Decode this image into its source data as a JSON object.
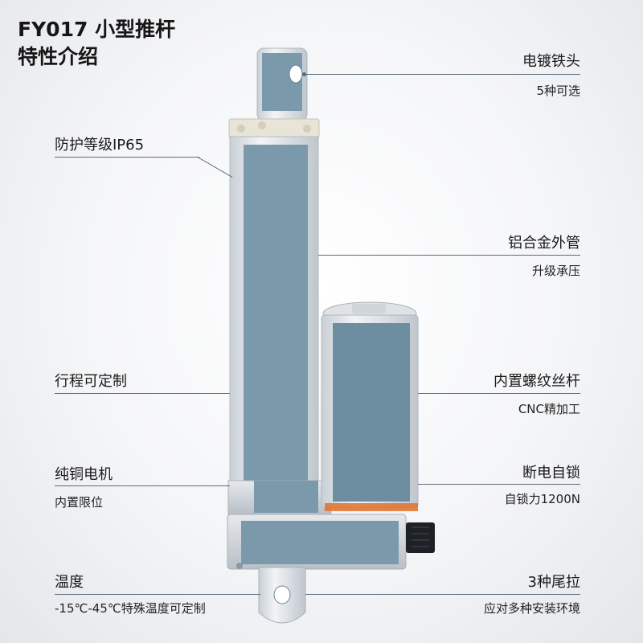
{
  "header": {
    "title_line1": "FY017 小型推杆",
    "title_line2": "特性介绍"
  },
  "features": {
    "rod_end": {
      "title": "电镀铁头",
      "sub": "5种可选"
    },
    "protection": {
      "title": "防护等级IP65"
    },
    "tube": {
      "title": "铝合金外管",
      "sub": "升级承压"
    },
    "stroke": {
      "title": "行程可定制"
    },
    "screw": {
      "title": "内置螺纹丝杆",
      "sub": "CNC精加工"
    },
    "motor": {
      "title": "纯铜电机",
      "sub": "内置限位"
    },
    "lock": {
      "title": "断电自锁",
      "sub": "自锁力1200N"
    },
    "temperature": {
      "title": "温度",
      "sub": "-15℃-45℃特殊温度可定制"
    },
    "rear_mount": {
      "title": "3种尾拉",
      "sub": "应对多种安装环境"
    }
  },
  "colors": {
    "accent": "#7a9aab",
    "metal": "#d8dde2",
    "line": "#5a6d7d"
  }
}
